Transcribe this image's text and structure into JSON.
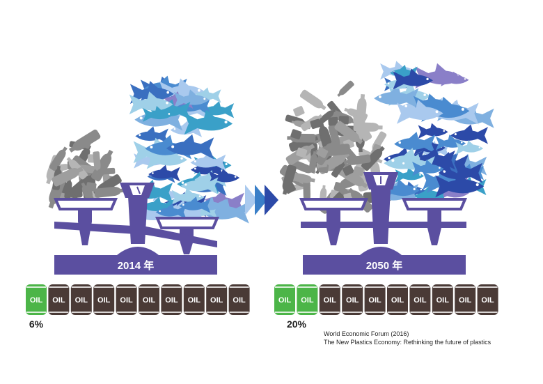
{
  "colors": {
    "scale": "#5b4fa0",
    "barrel_oil": "#4a3a36",
    "barrel_plastic": "#4cb548",
    "plastic": [
      "#6f6f6f",
      "#8a8a8a",
      "#9e9e9e",
      "#b5b5b5"
    ],
    "fish": [
      "#2c4aa8",
      "#3a6fc0",
      "#4a8bd0",
      "#7fb0e0",
      "#a9c9ee",
      "#8a7fc8",
      "#3aa0c8",
      "#9fd0e8"
    ],
    "arrows": [
      "#a9c9ee",
      "#3a7fc8",
      "#2c4aa8"
    ]
  },
  "panels": [
    {
      "year_label": "2014 年",
      "percent_label": "6%",
      "barrels_total": 10,
      "barrels_plastic": 1,
      "barrel_label": "OIL"
    },
    {
      "year_label": "2050 年",
      "percent_label": "20%",
      "barrels_total": 10,
      "barrels_plastic": 2,
      "barrel_label": "OIL"
    }
  ],
  "source": {
    "line1": "World Economic Forum (2016)",
    "line2": "The New Plastics Economy: Rethinking the future of plastics"
  }
}
